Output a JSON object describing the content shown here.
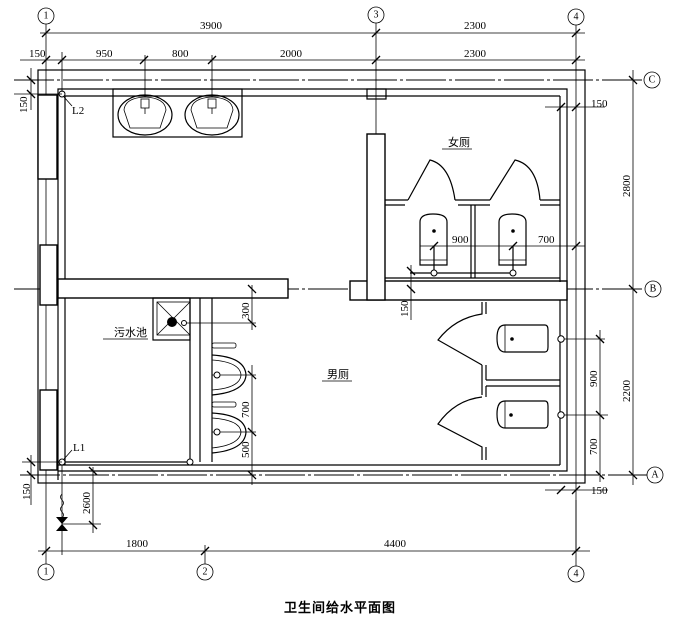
{
  "title": "卫生间给水平面图",
  "axes": {
    "columns": [
      "1",
      "2",
      "3",
      "4"
    ],
    "rows": [
      "A",
      "B",
      "C"
    ]
  },
  "rooms": {
    "female": "女厕",
    "male": "男厕",
    "mop_sink": "污水池"
  },
  "risers": {
    "l1": "L1",
    "l2": "L2"
  },
  "dimensions": {
    "top_overall_1_3": "3900",
    "top_overall_3_4": "2300",
    "top_wall_offset": "150",
    "top_sink_950": "950",
    "top_sink_800": "800",
    "top_2000": "2000",
    "top_2300b": "2300",
    "left_150": "150",
    "left_bottom_150": "150",
    "right_150_top": "150",
    "right_150_bottom": "150",
    "right_2800": "2800",
    "right_2200": "2200",
    "female_900": "900",
    "female_700": "700",
    "mid_150": "150",
    "mop_300": "300",
    "urinal_700": "700",
    "urinal_500": "500",
    "male_900": "900",
    "male_700": "700",
    "inlet_2600": "2600",
    "bottom_1800": "1800",
    "bottom_4400": "4400"
  }
}
